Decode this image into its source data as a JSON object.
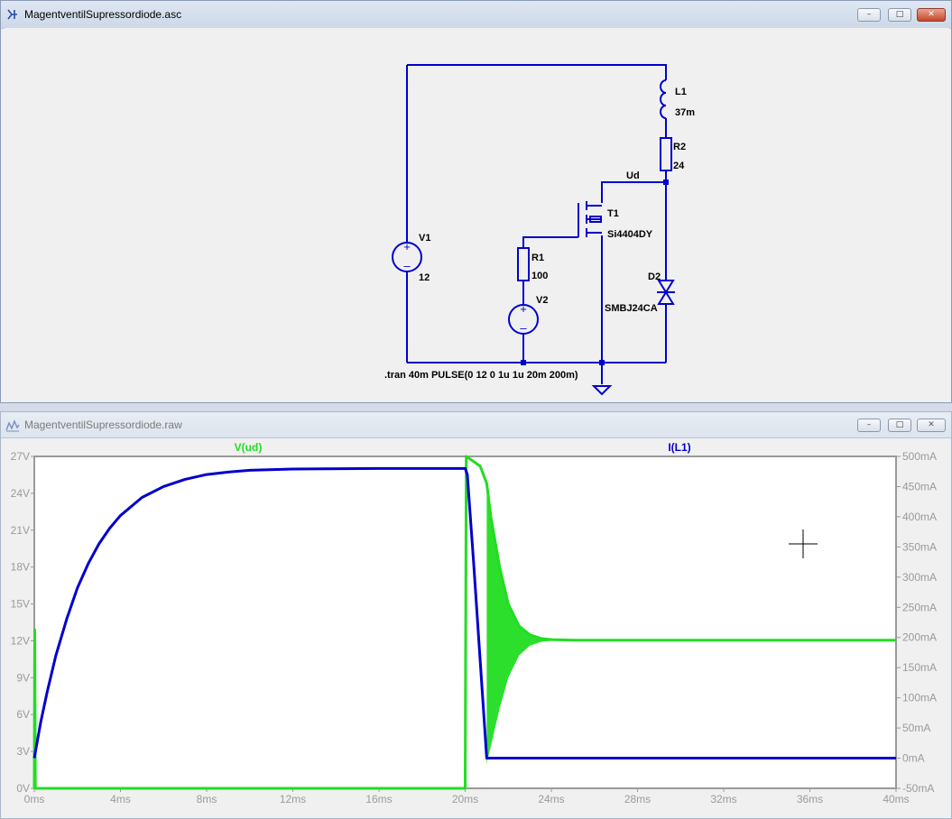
{
  "schematic_window": {
    "title": "MagentventilSupressordiode.asc",
    "components": {
      "L1": {
        "name": "L1",
        "value": "37m"
      },
      "R2": {
        "name": "R2",
        "value": "24"
      },
      "T1": {
        "name": "T1",
        "value": "Si4404DY"
      },
      "R1": {
        "name": "R1",
        "value": "100"
      },
      "V1": {
        "name": "V1",
        "value": "12"
      },
      "V2": {
        "name": "V2"
      },
      "D2": {
        "name": "D2",
        "value": "SMBJ24CA"
      }
    },
    "net_label": "Ud",
    "directive": ".tran 40m  PULSE(0 12 0 1u 1u 20m 200m)"
  },
  "waveform_window": {
    "title": "MagentventilSupressordiode.raw"
  },
  "colors": {
    "wire": "#0000cc",
    "trace_vud": "#22dd22",
    "trace_il1": "#0000cc",
    "axis": "#9a9a9a"
  },
  "chart_data": {
    "type": "line",
    "x_ticks": [
      "0ms",
      "4ms",
      "8ms",
      "12ms",
      "16ms",
      "20ms",
      "24ms",
      "28ms",
      "32ms",
      "36ms",
      "40ms"
    ],
    "y_left_ticks": [
      "0V",
      "3V",
      "6V",
      "9V",
      "12V",
      "15V",
      "18V",
      "21V",
      "24V",
      "27V"
    ],
    "y_right_ticks": [
      "-50mA",
      "0mA",
      "50mA",
      "100mA",
      "150mA",
      "200mA",
      "250mA",
      "300mA",
      "350mA",
      "400mA",
      "450mA",
      "500mA"
    ],
    "xlim": [
      0,
      40
    ],
    "ylim_left": [
      0,
      27
    ],
    "ylim_right": [
      -50,
      500
    ],
    "series": [
      {
        "name": "V(ud)",
        "axis": "left",
        "x": [
          0,
          0.02,
          0.05,
          19.99,
          20.0,
          20.05,
          20.3,
          20.7,
          21.0,
          21.2,
          21.6,
          22.0,
          22.5,
          23.0,
          23.5,
          24.0,
          25.0,
          40
        ],
        "y": [
          0,
          12.9,
          0,
          0,
          0,
          27,
          26.7,
          26.2,
          24.8,
          22.0,
          18.0,
          15.0,
          13.2,
          12.5,
          12.2,
          12.1,
          12.05,
          12.05
        ],
        "envelope_lower": {
          "x": [
            21.0,
            21.2,
            21.6,
            22.0,
            22.5,
            23.0,
            23.5,
            24.0
          ],
          "y": [
            2.0,
            3.5,
            6.5,
            9.0,
            10.8,
            11.6,
            11.9,
            12.0
          ]
        }
      },
      {
        "name": "I(L1)",
        "axis": "right",
        "x": [
          0,
          0.3,
          0.6,
          1.0,
          1.5,
          2.0,
          2.5,
          3.0,
          3.5,
          4.0,
          5.0,
          6.0,
          7.0,
          8.0,
          9.0,
          10.0,
          12.0,
          16.0,
          20.0,
          20.1,
          20.4,
          20.7,
          21.0,
          21.5,
          22.0,
          40
        ],
        "y": [
          0,
          60,
          110,
          170,
          230,
          282,
          322,
          355,
          381,
          402,
          432,
          450,
          462,
          470,
          474,
          477,
          479,
          480,
          480,
          470,
          320,
          160,
          0,
          0,
          0,
          0
        ]
      }
    ]
  }
}
